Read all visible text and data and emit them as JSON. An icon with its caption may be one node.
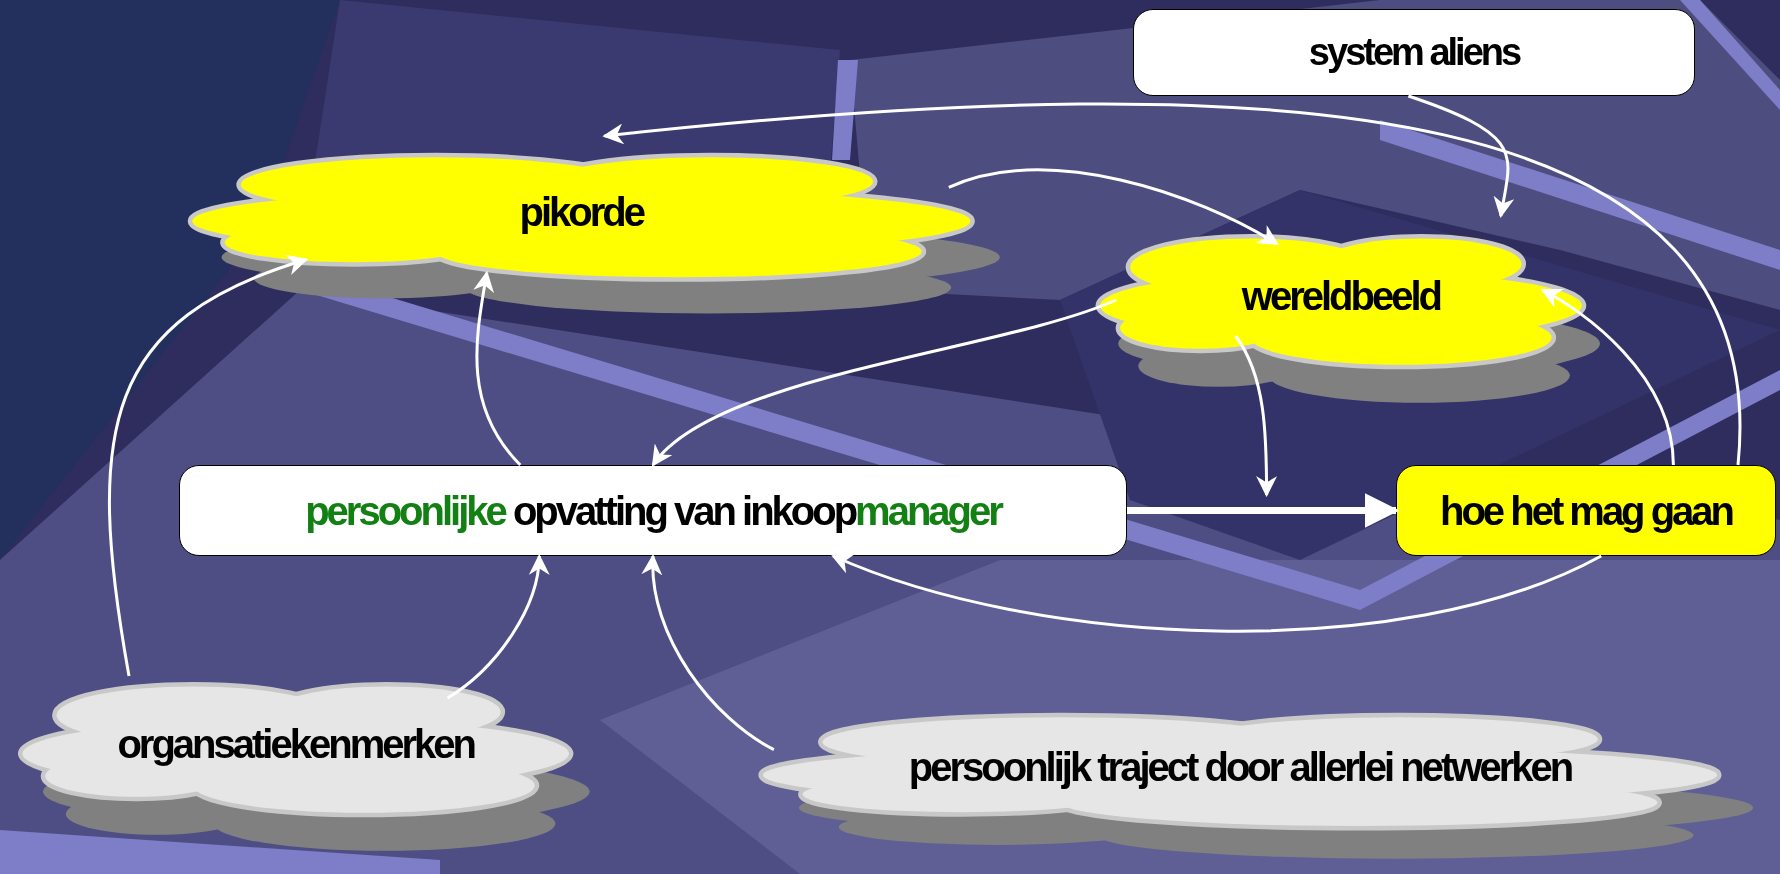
{
  "diagram": {
    "nodes": [
      {
        "text": [
          "system aliens"
        ]
      },
      {
        "text": [
          "pikorde"
        ]
      },
      {
        "text": [
          "wereldbeeld"
        ]
      },
      {
        "text": [
          "persoonlijke opvatting van inkoopmanager"
        ]
      },
      {
        "text": [
          "hoe het mag gaan"
        ]
      },
      {
        "text": [
          "organsatiekenmerken"
        ]
      },
      {
        "text": [
          "persoonlijk traject door allerlei netwerken"
        ]
      }
    ],
    "edges": [
      {
        "from": 0,
        "to": 2,
        "arrow": "to"
      },
      {
        "from": 4,
        "to": 1,
        "arrow": "to"
      },
      {
        "from": 1,
        "to": 2,
        "arrow": "to"
      },
      {
        "from": 2,
        "to": 3,
        "arrow": "to"
      },
      {
        "from": 2,
        "to": null,
        "arrow": "to"
      },
      {
        "from": 3,
        "to": 4,
        "arrow": "to",
        "style": "thick"
      },
      {
        "from": 4,
        "to": 2,
        "arrow": "to"
      },
      {
        "from": 3,
        "to": 1,
        "arrow": "to"
      },
      {
        "from": 5,
        "to": 1,
        "arrow": "to"
      },
      {
        "from": 5,
        "to": 3,
        "arrow": "to"
      },
      {
        "from": 6,
        "to": 3,
        "arrow": "to"
      },
      {
        "from": 4,
        "to": 3,
        "arrow": "to"
      }
    ]
  }
}
